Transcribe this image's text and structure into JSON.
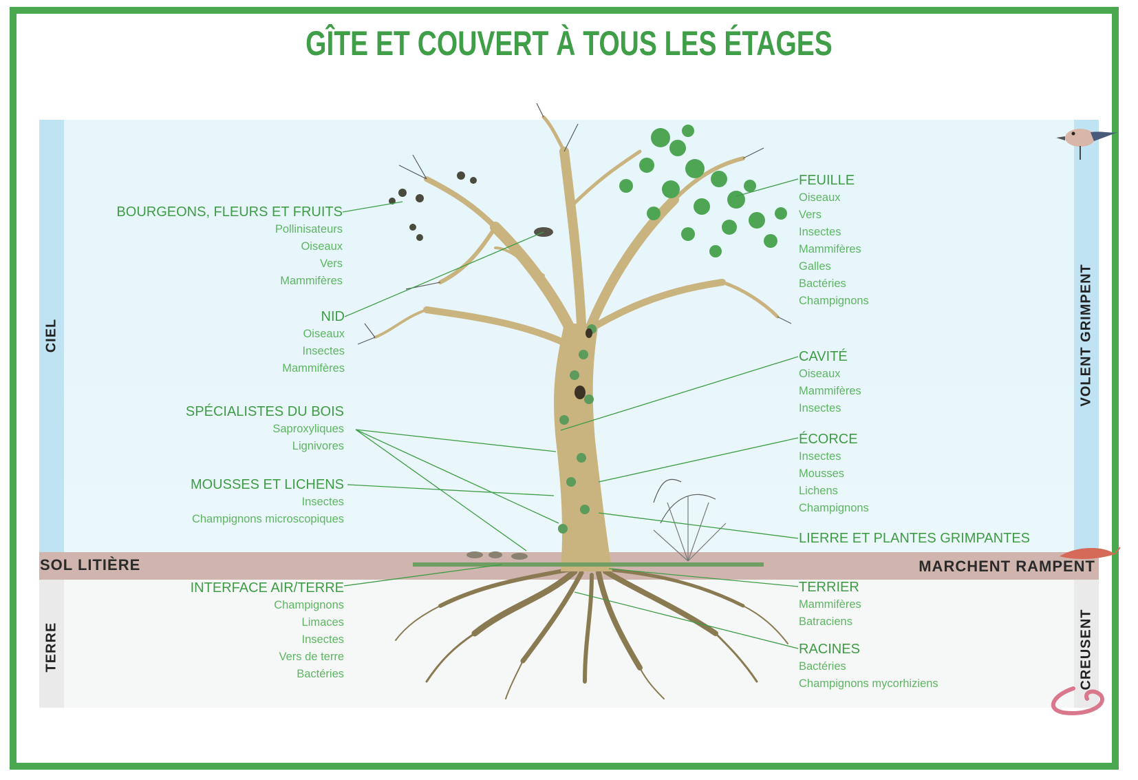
{
  "title": "GÎTE ET COUVERT À TOUS LES ÉTAGES",
  "bands": {
    "left_top": "CIEL",
    "left_bottom": "TERRE",
    "right_top": "VOLENT GRIMPENT",
    "right_bottom": "CREUSENT",
    "soil_left": "SOL LITIÈRE",
    "soil_right": "MARCHENT RAMPENT"
  },
  "colors": {
    "frame": "#4aa84f",
    "label": "#3e9c45",
    "sky": "#e6f6fb",
    "soil": "#cfb5ae",
    "trunk": "#c9b47f",
    "roots": "#8a7a52"
  },
  "left_labels": [
    {
      "heading": "BOURGEONS, FLEURS ET FRUITS",
      "items": [
        "Pollinisateurs",
        "Oiseaux",
        "Vers",
        "Mammifères"
      ]
    },
    {
      "heading": "NID",
      "items": [
        "Oiseaux",
        "Insectes",
        "Mammifères"
      ]
    },
    {
      "heading": "SPÉCIALISTES DU BOIS",
      "items": [
        "Saproxyliques",
        "Lignivores"
      ]
    },
    {
      "heading": "MOUSSES ET LICHENS",
      "items": [
        "Insectes",
        "Champignons microscopiques"
      ]
    },
    {
      "heading": "INTERFACE AIR/TERRE",
      "items": [
        "Champignons",
        "Limaces",
        "Insectes",
        "Vers de terre",
        "Bactéries"
      ]
    }
  ],
  "right_labels": [
    {
      "heading": "FEUILLE",
      "items": [
        "Oiseaux",
        "Vers",
        "Insectes",
        "Mammifères",
        "Galles",
        "Bactéries",
        "Champignons"
      ]
    },
    {
      "heading": "CAVITÉ",
      "items": [
        "Oiseaux",
        "Mammifères",
        "Insectes"
      ]
    },
    {
      "heading": "ÉCORCE",
      "items": [
        "Insectes",
        "Mousses",
        "Lichens",
        "Champignons"
      ]
    },
    {
      "heading": "LIERRE ET PLANTES GRIMPANTES",
      "items": []
    },
    {
      "heading": "TERRIER",
      "items": [
        "Mammifères",
        "Batraciens"
      ]
    },
    {
      "heading": "RACINES",
      "items": [
        "Bactéries",
        "Champignons mycorhiziens"
      ]
    }
  ],
  "icons": [
    "bird-icon",
    "slug-icon",
    "earthworm-icon"
  ]
}
